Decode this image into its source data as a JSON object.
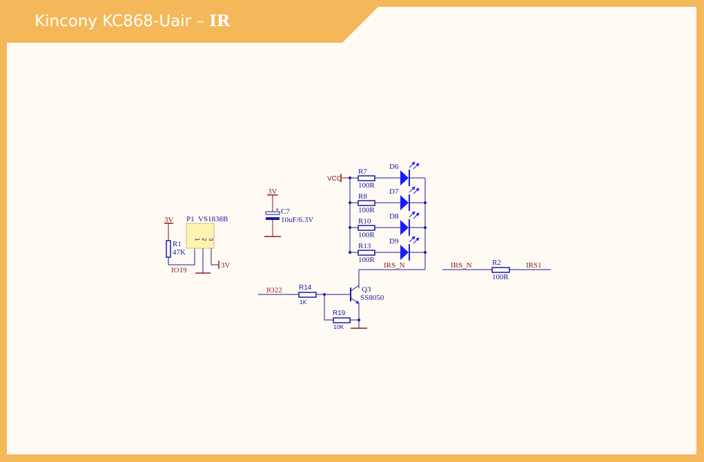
{
  "header": {
    "title_prefix": "Kincony KC868-Uair – ",
    "title_bold": "IR"
  },
  "colors": {
    "frame": "#f4b85a",
    "panel": "#fffaf3",
    "wire": "#1a1aa0",
    "power": "#8b1a1a",
    "part_fill": "#fff3b0",
    "led": "#1a1aff"
  },
  "schematic": {
    "receiver": {
      "power_label": "3V",
      "resistor_ref": "R1",
      "resistor_value": "47K",
      "net_label": "IO19",
      "part_ref": "P1",
      "part_value": "VS1838B",
      "pins": [
        "1",
        "2",
        "3"
      ],
      "pin3_power": "3V"
    },
    "capacitor": {
      "power_label": "3V",
      "ref": "C7",
      "value": "10uF/6.3V"
    },
    "led_array": {
      "supply_label": "VCC",
      "rows": [
        {
          "resistor_ref": "R7",
          "resistor_value": "100R",
          "led_ref": "D6"
        },
        {
          "resistor_ref": "R8",
          "resistor_value": "100R",
          "led_ref": "D7"
        },
        {
          "resistor_ref": "R10",
          "resistor_value": "100R",
          "led_ref": "D8"
        },
        {
          "resistor_ref": "R13",
          "resistor_value": "100R",
          "led_ref": "D9"
        }
      ],
      "net_label": "IRS_N"
    },
    "driver": {
      "input_net": "IO22",
      "base_resistor_ref": "R14",
      "base_resistor_value": "1K",
      "pulldown_ref": "R19",
      "pulldown_value": "10K",
      "transistor_ref": "Q3",
      "transistor_value": "SS8050"
    },
    "output": {
      "left_net": "IRS_N",
      "resistor_ref": "R2",
      "resistor_value": "100R",
      "right_net": "IRS1"
    }
  }
}
